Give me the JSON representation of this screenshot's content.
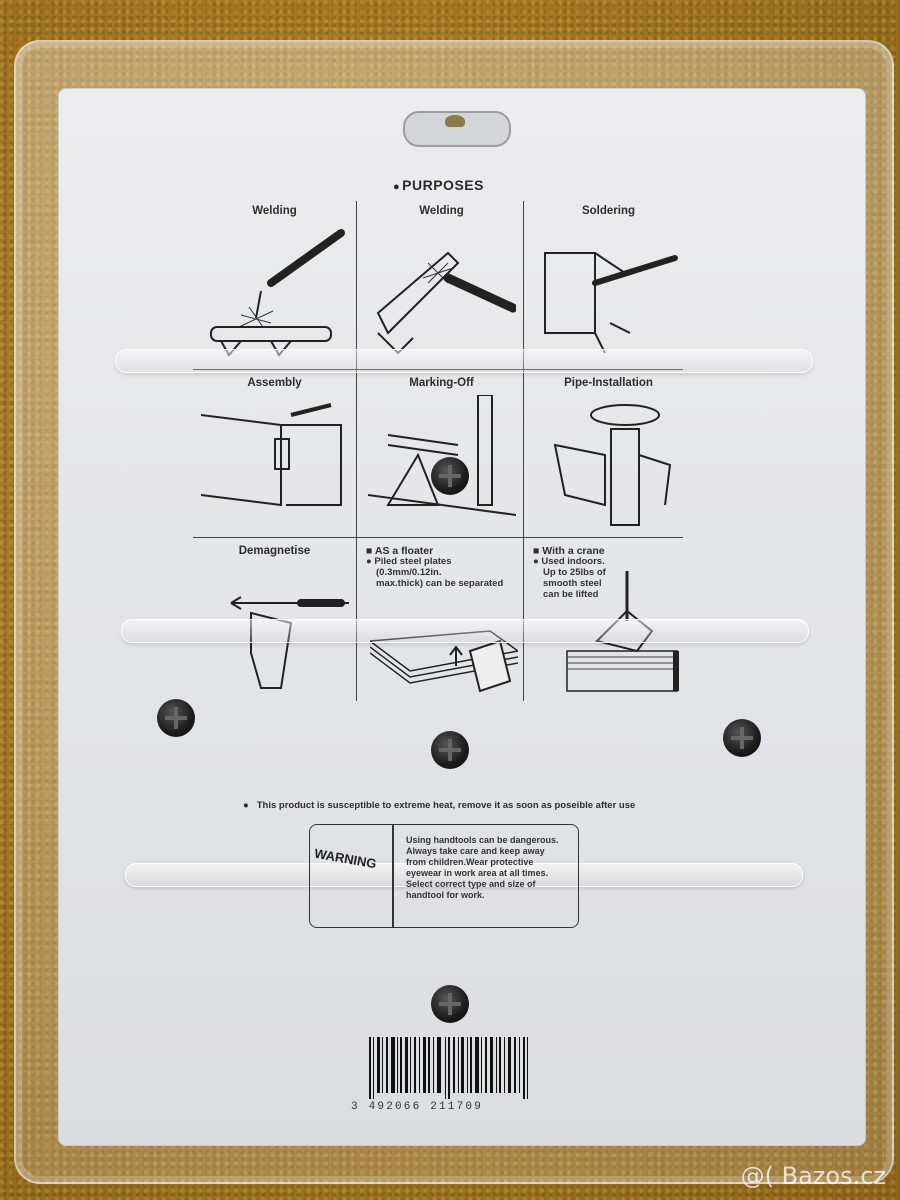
{
  "header": {
    "title": "PURPOSES"
  },
  "cells": [
    {
      "label": "Welding"
    },
    {
      "label": "Welding"
    },
    {
      "label": "Soldering"
    },
    {
      "label": "Assembly"
    },
    {
      "label": "Marking-Off"
    },
    {
      "label": "Pipe-Installation"
    },
    {
      "label": "Demagnetise"
    }
  ],
  "floater": {
    "heading": "AS a floater",
    "lines": [
      "Piled steel plates",
      "(0.3mm/0.12in.",
      "max.thick) can be separated"
    ]
  },
  "crane": {
    "heading": "With a crane",
    "lines": [
      "Used indoors.",
      "Up to 25lbs of",
      "smooth steel",
      "can be lifted"
    ]
  },
  "notice": "This product is susceptible to extreme heat, remove it as soon as poseible after use",
  "warning": {
    "title": "WARNING",
    "lines": [
      "Using handtools can be dangerous.",
      "Always take care and keep away",
      "from children.Wear protective",
      "eyewear in work area at all times.",
      "Select correct type and size of",
      "handtool for work."
    ]
  },
  "barcode": {
    "digits": "3 492066 211709"
  },
  "watermark": "@( Bazos.cz",
  "colors": {
    "carpet": "#a67a24",
    "card": "#e4e5e8",
    "ink": "#2d2d2d"
  }
}
